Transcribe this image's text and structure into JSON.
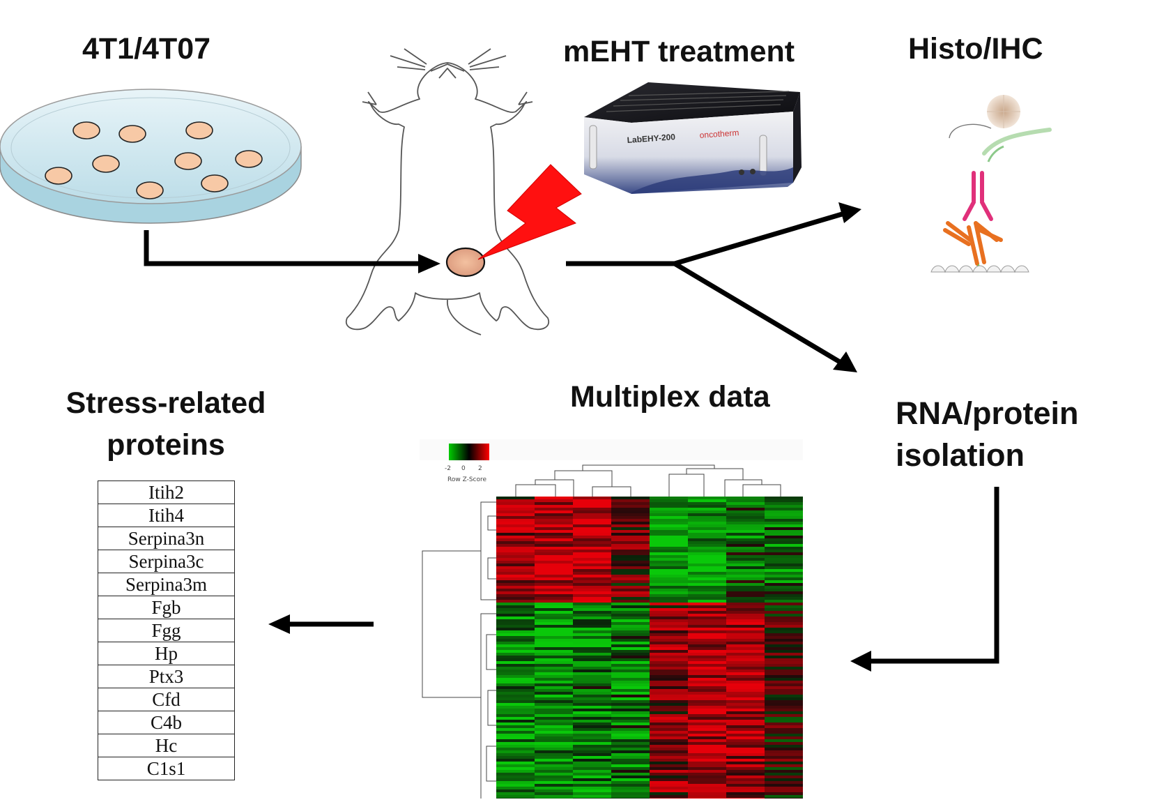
{
  "titles": {
    "cells": "4T1/4T07",
    "meht": "mEHT treatment",
    "histo": "Histo/IHC",
    "multiplex": "Multiplex data",
    "rna_line1": "RNA/protein",
    "rna_line2": "isolation",
    "stress_line1": "Stress-related",
    "stress_line2": "proteins"
  },
  "device": {
    "model_label": "LabEHY-200",
    "brand_label": "oncotherm"
  },
  "heatmap_legend": {
    "ticks": [
      "-2",
      "0",
      "2"
    ],
    "title": "Row Z-Score"
  },
  "proteins": [
    "Itih2",
    "Itih4",
    "Serpina3n",
    "Serpina3c",
    "Serpina3m",
    "Fgb",
    "Fgg",
    "Hp",
    "Ptx3",
    "Cfd",
    "C4b",
    "Hc",
    "C1s1"
  ],
  "colors": {
    "arrow": "#000000",
    "lightning": "#ff1010",
    "cell": "#f7c9a6",
    "dish": "#cfe8f0",
    "heat_red": "#e01010",
    "heat_green": "#1a8a1a",
    "antibody_primary": "#e0307a",
    "antibody_secondary": "#e87020"
  }
}
